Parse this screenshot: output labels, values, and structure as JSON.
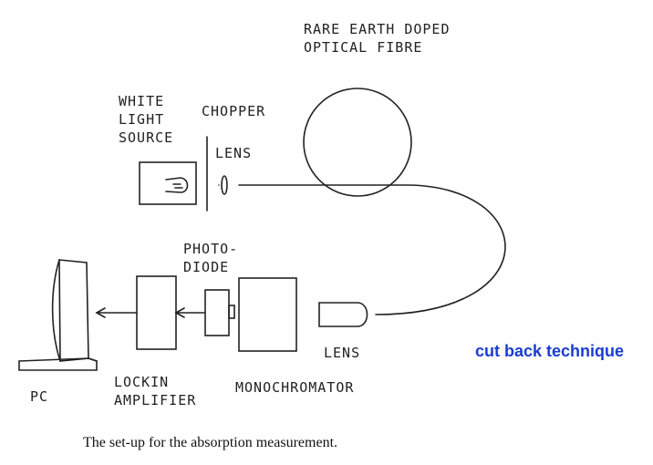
{
  "labels": {
    "fibre": "RARE EARTH DOPED\nOPTICAL FIBRE",
    "white_light_source": "WHITE\nLIGHT\nSOURCE",
    "chopper": "CHOPPER",
    "lens_top": "LENS",
    "photodiode": "PHOTO-\nDIODE",
    "lens_bottom": "LENS",
    "lockin_amplifier": "LOCKIN\nAMPLIFIER",
    "monochromator": "MONOCHROMATOR",
    "pc": "PC"
  },
  "annotation": "cut back technique",
  "caption": "The set-up for the absorption measurement.",
  "colors": {
    "annotation": "#1a3bd1",
    "lines": "#222222"
  }
}
